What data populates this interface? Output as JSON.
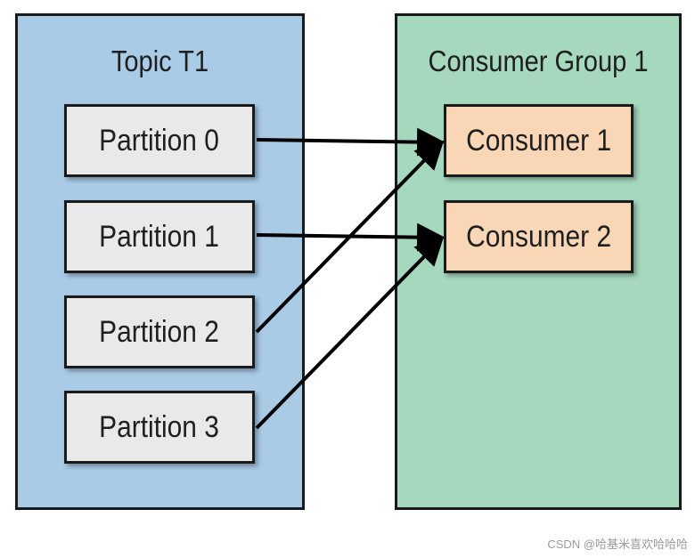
{
  "topic": {
    "title": "Topic T1",
    "partitions": [
      "Partition 0",
      "Partition 1",
      "Partition 2",
      "Partition 3"
    ]
  },
  "consumer_group": {
    "title": "Consumer Group 1",
    "consumers": [
      "Consumer 1",
      "Consumer 2"
    ]
  },
  "assignments": [
    {
      "from": "Partition 0",
      "to": "Consumer 1"
    },
    {
      "from": "Partition 1",
      "to": "Consumer 2"
    },
    {
      "from": "Partition 2",
      "to": "Consumer 1"
    },
    {
      "from": "Partition 3",
      "to": "Consumer 2"
    }
  ],
  "watermark": "CSDN @哈基米喜欢哈哈哈",
  "colors": {
    "topic_panel": "#a9cbe6",
    "group_panel": "#a6d8be",
    "partition_box": "#e9e9e9",
    "consumer_box": "#f8d6b6",
    "arrow": "#000000"
  }
}
